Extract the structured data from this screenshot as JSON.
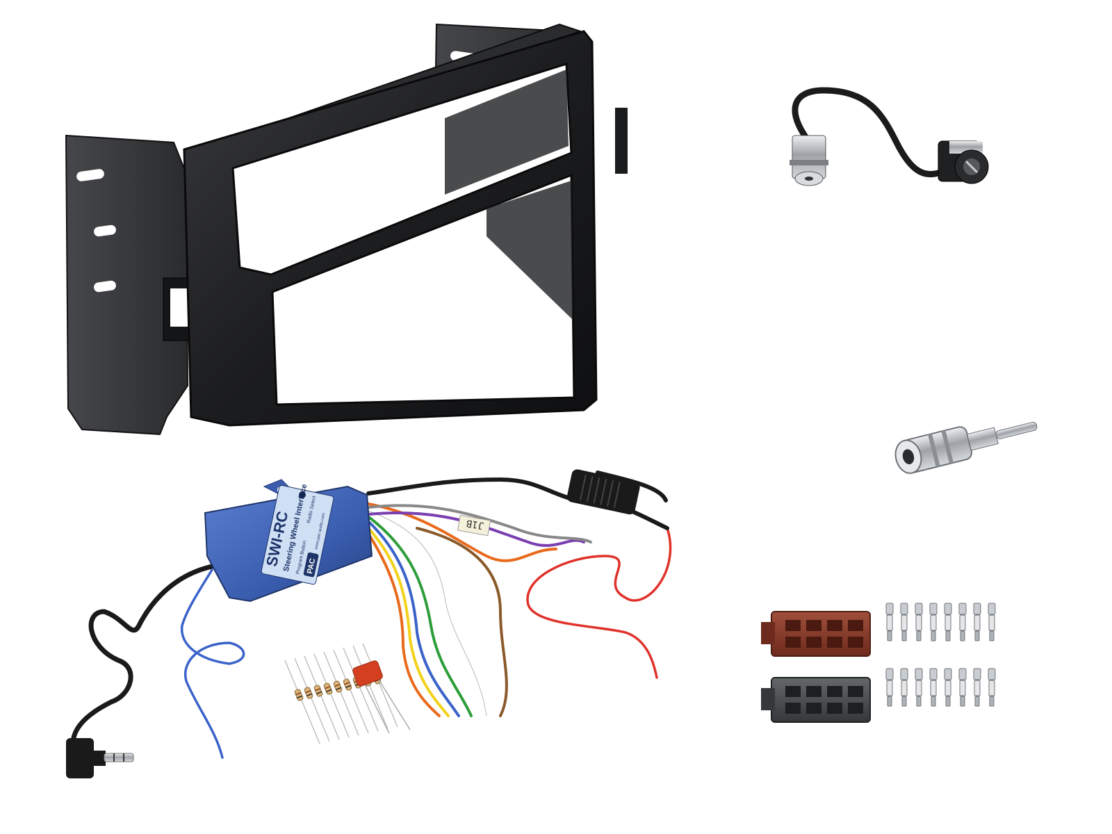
{
  "module": {
    "brand": "PAC",
    "model": "SWI-RC",
    "product_name": "Steering Wheel Interface",
    "left_button": "Program Button",
    "right_button": "Radio Select",
    "website": "www.pac-audio.com"
  },
  "harness_tag": "J1B",
  "colors": {
    "fascia": "#1e1f21",
    "module_blue": "#3a5db0",
    "connector_brown": "#8a3a2a",
    "connector_gray": "#4a4c4f",
    "chrome": "#b9bcc0",
    "wire_red": "#e0322b"
  },
  "counts": {
    "resistors": 9,
    "terminals_per_row": 8
  }
}
